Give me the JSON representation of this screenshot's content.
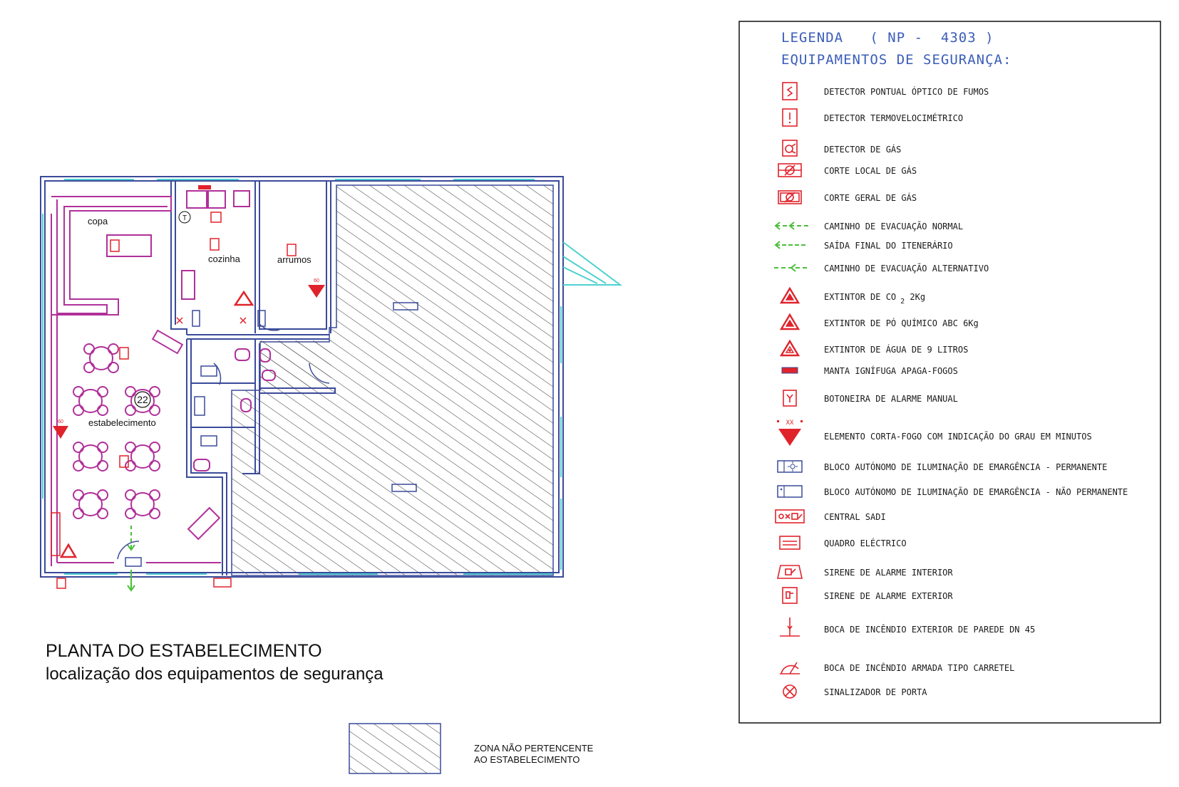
{
  "plan": {
    "rooms": {
      "copa": "copa",
      "cozinha": "cozinha",
      "arrumos": "arrumos",
      "estabelecimento": "estabelecimento"
    },
    "occupancy": "22",
    "kitchen_tag": "T",
    "fire_rating_a": "60",
    "fire_rating_b": "60"
  },
  "title": {
    "line1": "PLANTA DO ESTABELECIMENTO",
    "line2": "localização dos equipamentos de segurança"
  },
  "zone_note": {
    "line1": "ZONA NÃO PERTENCENTE",
    "line2": "AO ESTABELECIMENTO"
  },
  "legend": {
    "title_line1": "LEGENDA   ( NP -  4303 )",
    "title_line2": "EQUIPAMENTOS DE SEGURANÇA:",
    "items": [
      {
        "icon": "smoke-detector-icon",
        "label": "DETECTOR PONTUAL ÓPTICO DE FUMOS"
      },
      {
        "icon": "heat-detector-icon",
        "label": "DETECTOR TERMOVELOCIMÉTRICO"
      },
      {
        "icon": "gas-detector-icon",
        "label": "DETECTOR DE GÁS"
      },
      {
        "icon": "local-gas-shutoff-icon",
        "label": "CORTE LOCAL DE GÁS"
      },
      {
        "icon": "general-gas-shutoff-icon",
        "label": "CORTE GERAL DE GÁS"
      },
      {
        "icon": "evacuation-normal-icon",
        "label": "CAMINHO DE EVACUAÇÃO NORMAL"
      },
      {
        "icon": "final-exit-icon",
        "label": "SAÍDA FINAL DO ITENERÁRIO"
      },
      {
        "icon": "evacuation-alternative-icon",
        "label": "CAMINHO DE EVACUAÇÃO ALTERNATIVO"
      },
      {
        "icon": "co2-extinguisher-icon",
        "label": "EXTINTOR DE CO",
        "label_sub": "2",
        "label_tail": "2Kg"
      },
      {
        "icon": "powder-extinguisher-icon",
        "label": "EXTINTOR DE PÓ QUÍMICO  ABC 6Kg"
      },
      {
        "icon": "water-extinguisher-icon",
        "label": "EXTINTOR DE ÁGUA DE 9 LITROS"
      },
      {
        "icon": "fire-blanket-icon",
        "label": "MANTA IGNÍFUGA APAGA-FOGOS"
      },
      {
        "icon": "manual-alarm-button-icon",
        "label": "BOTONEIRA DE ALARME MANUAL"
      },
      {
        "icon": "fire-rated-element-icon",
        "label": "ELEMENTO CORTA-FOGO COM INDICAÇÃO DO GRAU EM MINUTOS",
        "tag": "XX"
      },
      {
        "icon": "emergency-light-permanent-icon",
        "label": "BLOCO AUTÓNOMO DE ILUMINAÇÃO DE EMARGÊNCIA - PERMANENTE"
      },
      {
        "icon": "emergency-light-nonpermanent-icon",
        "label": "BLOCO AUTÓNOMO DE ILUMINAÇÃO DE EMARGÊNCIA - NÃO PERMANENTE"
      },
      {
        "icon": "sadi-central-icon",
        "label": "CENTRAL  SADI"
      },
      {
        "icon": "electrical-panel-icon",
        "label": "QUADRO ELÉCTRICO"
      },
      {
        "icon": "interior-siren-icon",
        "label": "SIRENE DE ALARME INTERIOR"
      },
      {
        "icon": "exterior-siren-icon",
        "label": "SIRENE DE ALARME EXTERIOR"
      },
      {
        "icon": "exterior-hydrant-icon",
        "label": "BOCA DE INCÊNDIO EXTERIOR DE PAREDE DN 45"
      },
      {
        "icon": "hose-reel-icon",
        "label": "BOCA DE INCÊNDIO ARMADA TIPO CARRETEL"
      },
      {
        "icon": "door-signal-icon",
        "label": "SINALIZADOR DE PORTA"
      }
    ]
  },
  "colors": {
    "wall": "#3a4a9a",
    "furniture": "#b0309a",
    "safety": "#e0232b",
    "green": "#4bbf3a",
    "cyan": "#4fd0d0",
    "hatch": "#222222",
    "legend_head": "#3b5db8"
  }
}
